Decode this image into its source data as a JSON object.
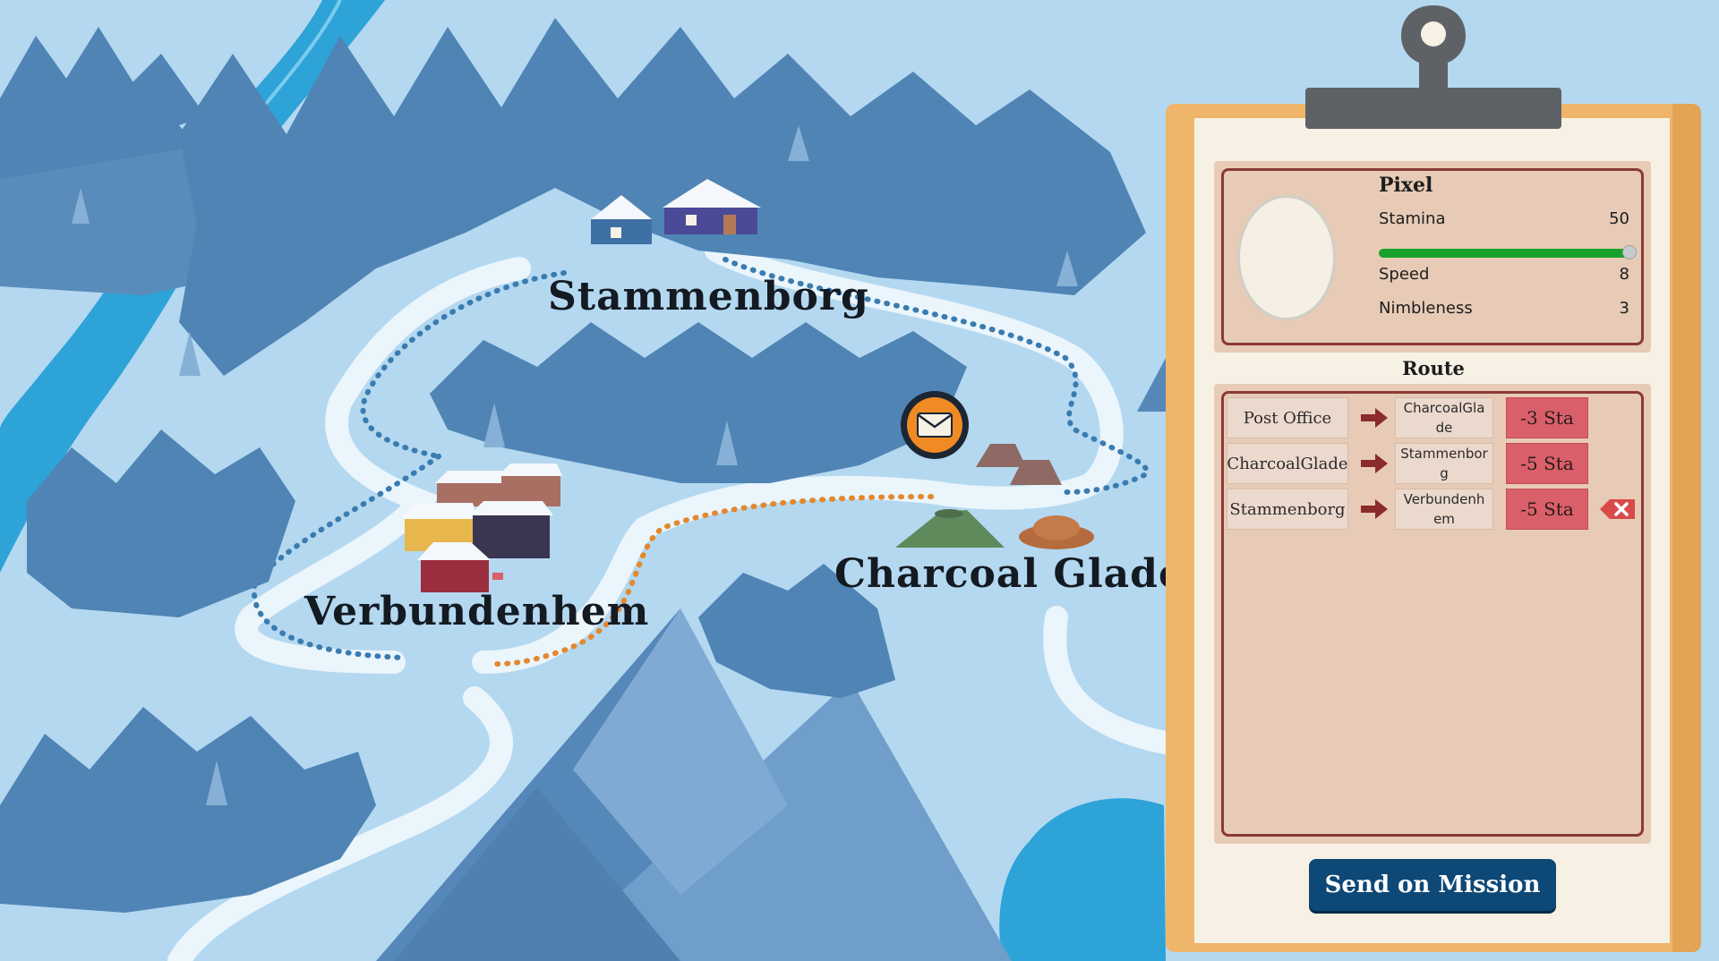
{
  "map": {
    "towns": [
      {
        "name": "Stammenborg"
      },
      {
        "name": "Verbundenhem"
      },
      {
        "name": "Charcoal Glade"
      }
    ],
    "mail_icon": "envelope-icon"
  },
  "character": {
    "name": "Pixel",
    "stats": [
      {
        "label": "Stamina",
        "value": "50"
      },
      {
        "label": "Speed",
        "value": "8"
      },
      {
        "label": "Nimbleness",
        "value": "3"
      }
    ],
    "stamina_fraction": 1.0
  },
  "route": {
    "title": "Route",
    "legs": [
      {
        "from": "Post Office",
        "to": "CharcoalGlade",
        "cost": "-3 Sta"
      },
      {
        "from": "CharcoalGlade",
        "to": "Stammenborg",
        "cost": "-5 Sta"
      },
      {
        "from": "Stammenborg",
        "to": "Verbundenhem",
        "cost": "-5 Sta"
      }
    ]
  },
  "actions": {
    "send_label": "Send on Mission"
  },
  "colors": {
    "stamina_bar": "#17a12a",
    "cost_badge": "#d9606a",
    "send_button": "#0d4876",
    "clipboard": "#efb56a"
  }
}
